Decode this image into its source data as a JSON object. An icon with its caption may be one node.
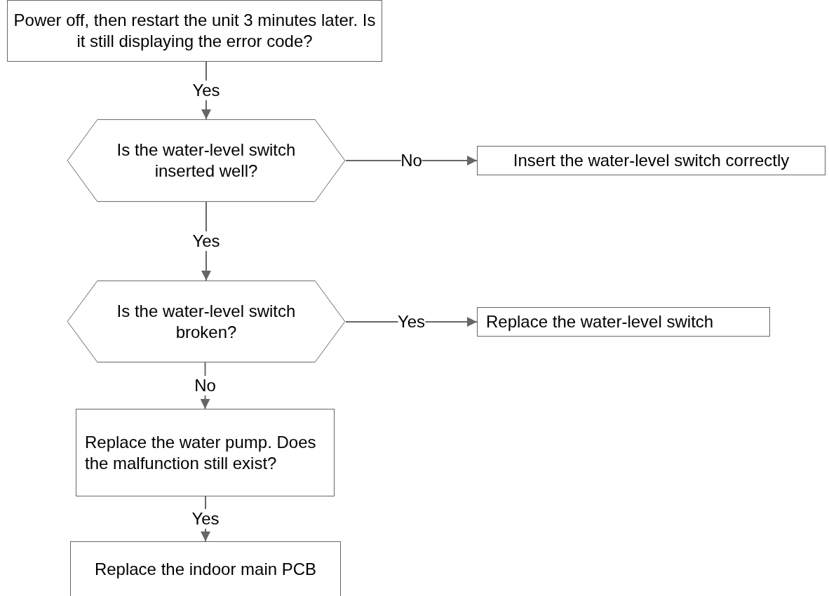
{
  "diagram": {
    "nodes": [
      {
        "text": [
          "Power off, then restart the unit 3 minutes later. Is it still displaying the error code?"
        ]
      },
      {
        "text": [
          "Is the water-level switch inserted well?"
        ]
      },
      {
        "text": [
          "Insert the water-level switch correctly"
        ]
      },
      {
        "text": [
          "Is the water-level switch broken?"
        ]
      },
      {
        "text": [
          "Replace the water-level switch"
        ]
      },
      {
        "text": [
          "Replace the water pump. Does the malfunction still exist?"
        ]
      },
      {
        "text": [
          "Replace the indoor main PCB"
        ]
      }
    ],
    "edges": [
      {
        "from": 0,
        "to": 1,
        "arrow": "to",
        "label": "Yes"
      },
      {
        "from": 1,
        "to": 2,
        "arrow": "to",
        "label": "No"
      },
      {
        "from": 1,
        "to": 3,
        "arrow": "to",
        "label": "Yes"
      },
      {
        "from": 3,
        "to": 4,
        "arrow": "to",
        "label": "Yes"
      },
      {
        "from": 3,
        "to": 5,
        "arrow": "to",
        "label": "No"
      },
      {
        "from": 5,
        "to": 6,
        "arrow": "to",
        "label": "Yes"
      }
    ]
  }
}
